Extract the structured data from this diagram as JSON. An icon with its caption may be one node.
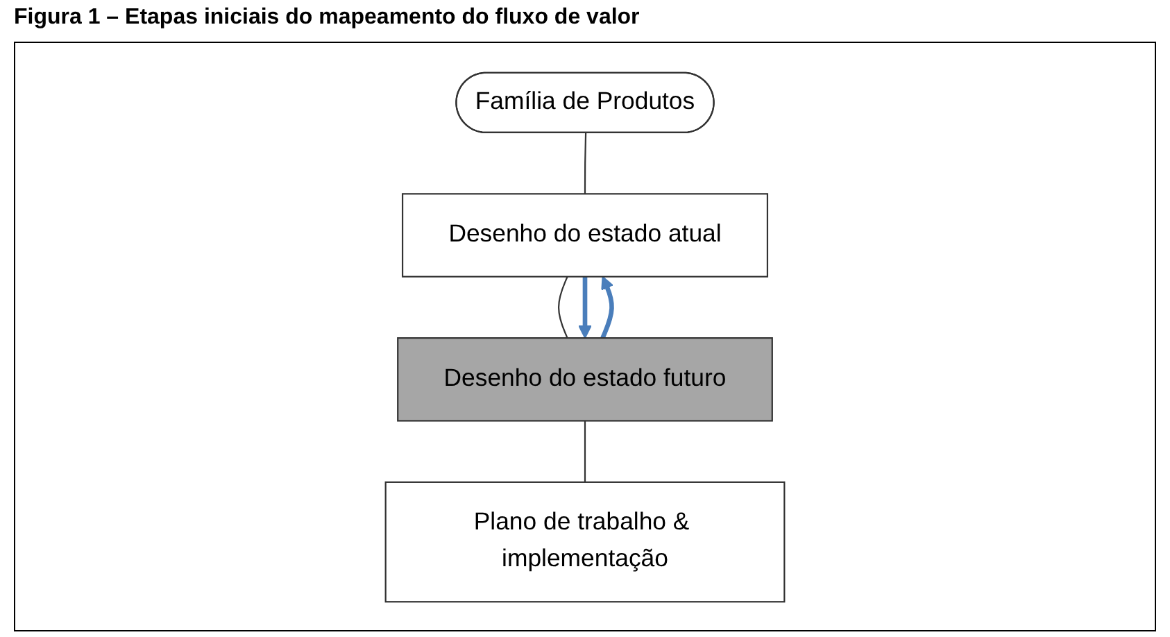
{
  "diagram": {
    "title": "Figura 1 – Etapas iniciais do mapeamento do fluxo de valor",
    "nodes": [
      {
        "text": [
          "Família de Produtos"
        ]
      },
      {
        "text": [
          "Desenho do estado atual"
        ]
      },
      {
        "text": [
          "Desenho do estado futuro"
        ]
      },
      {
        "text": [
          "Plano de trabalho & implementação"
        ]
      }
    ],
    "edges": [
      {
        "from": 0,
        "to": 1,
        "arrow": "none"
      },
      {
        "from": 1,
        "to": 2,
        "arrow": "none"
      },
      {
        "from": 2,
        "to": 3,
        "arrow": "none"
      },
      {
        "from": 1,
        "to": 2,
        "arrow": "to",
        "color": "#4a7ebb",
        "style": "thick"
      },
      {
        "from": 2,
        "to": 1,
        "arrow": "to",
        "color": "#4a7ebb",
        "style": "thick"
      }
    ]
  }
}
